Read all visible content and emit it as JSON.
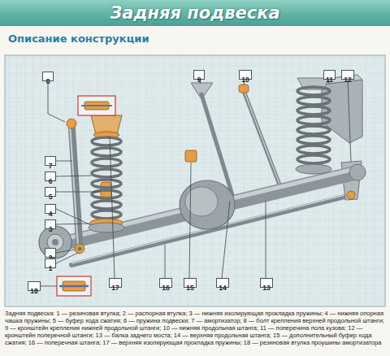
{
  "diagram": {
    "title": "Задняя подвеска",
    "caption": "Задняя подвеска: 1 — резиновая втулка; 2 — распорная втулка; 3 — нижняя изолирующая прокладка пружины; 4 — нижняя опорная чашка пружины; 5 — буфер хода сжатия; 6 — пружина подвески; 7 — амортизатор; 8 — болт крепления верхней продольной штанги; 9 — кронштейн крепления нижней продольной штанги; 10 — нижняя продольная штанга; 11 — поперечина пола кузова; 12 — кронштейн поперечной штанги; 13 — балка заднего моста; 14 — верхняя продольная штанга; 15 — дополнительный буфер хода сжатия; 16 — поперечная штанга; 17 — верхняя изолирующая прокладка пружины; 18 — резиновая втулка проушины амортизатора",
    "nodes": [
      {
        "text": [
          "8"
        ]
      },
      {
        "text": [
          "9"
        ]
      },
      {
        "text": [
          "10"
        ]
      },
      {
        "text": [
          "11"
        ]
      },
      {
        "text": [
          "12"
        ]
      },
      {
        "text": [
          "7"
        ]
      },
      {
        "text": [
          "6"
        ]
      },
      {
        "text": [
          "5"
        ]
      },
      {
        "text": [
          "4"
        ]
      },
      {
        "text": [
          "3"
        ]
      },
      {
        "text": [
          "2"
        ]
      },
      {
        "text": [
          "1"
        ]
      },
      {
        "text": [
          "18"
        ]
      },
      {
        "text": [
          "17"
        ]
      },
      {
        "text": [
          "16"
        ]
      },
      {
        "text": [
          "15"
        ]
      },
      {
        "text": [
          "14"
        ]
      },
      {
        "text": [
          "13"
        ]
      }
    ],
    "labels": [
      "Описание конструкции"
    ]
  }
}
